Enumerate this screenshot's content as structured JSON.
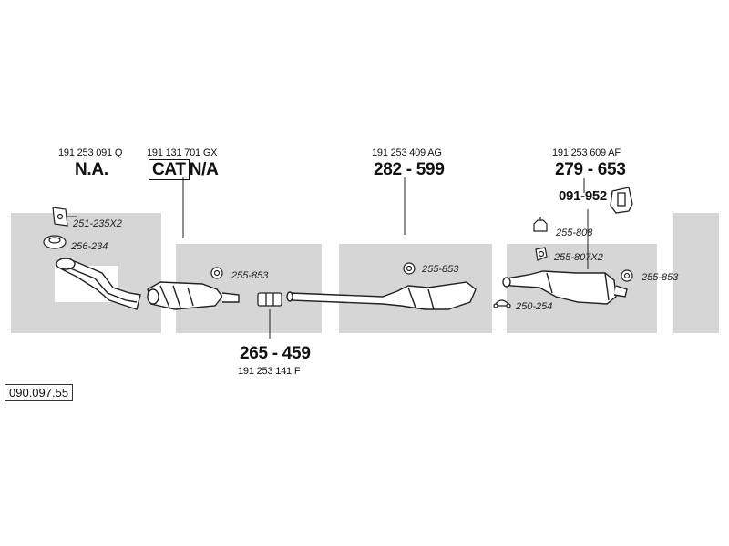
{
  "reference": "090.097.55",
  "groups": [
    {
      "oe": "191 253 091 Q",
      "number": "N.A."
    },
    {
      "oe": "191 131 701 GX",
      "cat": "CAT",
      "number": "N/A"
    },
    {
      "oe": "191 253 409 AG",
      "number": "282 - 599"
    },
    {
      "oe": "191 253 609 AF",
      "number": "279 - 653",
      "sub_number": "091-952"
    },
    {
      "oe": "191 253 141 F",
      "number": "265 - 459"
    }
  ],
  "parts": {
    "gasket_a": "251-235X2",
    "ring_a": "256-234",
    "clamp_1": "255-853",
    "clamp_2": "255-853",
    "clamp_3": "255-853",
    "hanger_a": "255-808",
    "hanger_b": "255-807X2",
    "clamp_u": "250-254"
  },
  "colors": {
    "band": "#d6d6d6",
    "line": "#222222"
  }
}
